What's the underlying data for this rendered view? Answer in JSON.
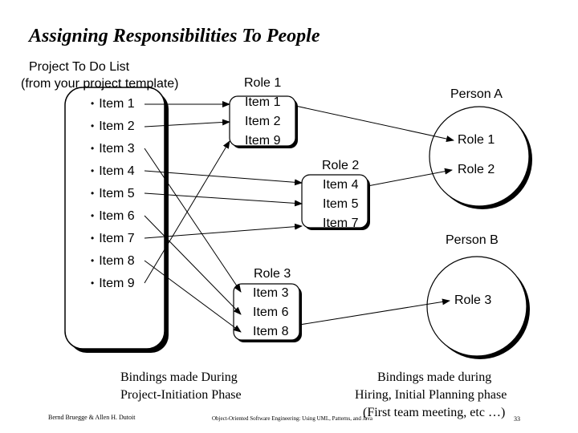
{
  "title": "Assigning Responsibilities To  People",
  "todo_list": {
    "header_line1": "Project To Do List",
    "header_line2": "(from your project template)",
    "items": [
      "Item 1",
      "Item 2",
      "Item 3",
      "Item 4",
      "Item 5",
      "Item 6",
      "Item 7",
      "Item 8",
      "Item 9"
    ]
  },
  "roles": [
    {
      "name": "Role 1",
      "items": [
        "Item 1",
        "Item 2",
        "Item 9"
      ]
    },
    {
      "name": "Role 2",
      "items": [
        "Item 4",
        "Item 5",
        "Item 7"
      ]
    },
    {
      "name": "Role 3",
      "items": [
        "Item 3",
        "Item 6",
        "Item 8"
      ]
    }
  ],
  "people": [
    {
      "name": "Person A",
      "roles": [
        "Role 1",
        "Role 2"
      ]
    },
    {
      "name": "Person B",
      "roles": [
        "Role 3"
      ]
    }
  ],
  "captions": {
    "left_line1": "Bindings made During",
    "left_line2": "Project-Initiation Phase",
    "right_line1": "Bindings made during",
    "right_line2": "Hiring, Initial Planning phase",
    "right_line3": "(First team meeting, etc …)"
  },
  "footer": {
    "authors": "Bernd Bruegge & Allen H. Dutoit",
    "book": "Object-Oriented Software Engineering: Using UML, Patterns, and Java",
    "page": "33"
  },
  "colors": {
    "ink": "#000000",
    "background": "#ffffff"
  }
}
